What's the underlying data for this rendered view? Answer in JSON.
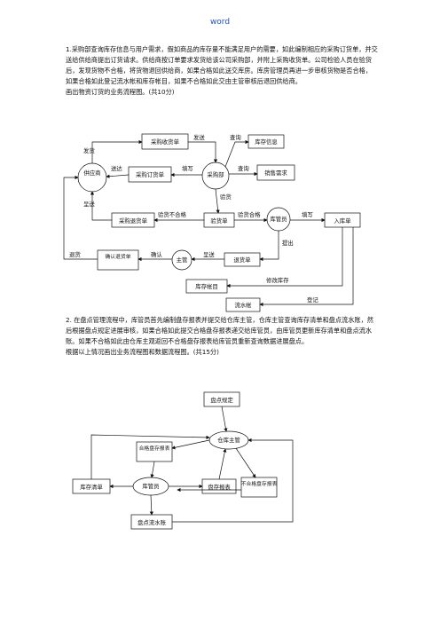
{
  "header": {
    "title": "word"
  },
  "question1": {
    "text": "1.采购部查询库存信息与用户需求，假如商品的库存量不能满足用户的需要，如此编制相应的采购订货单，并交送给供给商提出订货请求。供给商按订单要求发货给该公司采购部，并附上采购收货单。公司检验人员在验货后，发现货物不合格，将货物退回供给商，如果合格如此送交库房。库房管理员再进一步审核货物是否合格，如果合格如此登记流水帐和库存帐目，如果不合格如此交由主管审核后退回供给商。",
    "instruction": "画出物资订货的业务流程图。(共10分)"
  },
  "diagram1": {
    "nodes": {
      "supplier": "供应商",
      "purchase_dept": "采购部",
      "keeper": "库管员",
      "manager": "主管",
      "purchase_receipt": "采购收货单",
      "inventory_info": "库存信息",
      "purchase_order": "采购订货单",
      "sales_demand": "销售需求",
      "purchase_return": "采购退货单",
      "inspection": "验货单",
      "warehouse_in": "入库单",
      "return_confirm": "确认退货单",
      "return_note": "退货单",
      "inventory_account": "库存帐目",
      "journal": "流水帐"
    },
    "edges": {
      "ship": "发货",
      "send": "发送",
      "deliver": "送达",
      "fill": "填写",
      "query": "查询",
      "query2": "查询",
      "inspect": "验货",
      "present": "呈送",
      "unqualified": "验货不合格",
      "qualified": "验货合格",
      "fill2": "填写",
      "submit": "提出",
      "return": "退货",
      "confirm": "确认",
      "deliver2": "呈送",
      "modify_inventory": "修改库存",
      "register": "登记"
    }
  },
  "question2": {
    "text": "2. 在盘点管理流程中，库管员首先编制盘存报表并提交给仓库主管，仓库主管查询库存清单和盘点流水账，然后根据盘点规定进展审核，如果合格如此提交合格盘存报表递交给库管员，由库管员更新库存清单和盘点流水账。如果不合格如此由仓库主观返回不合格盘存报表给库管员重新查询数据进展盘点。",
    "instruction": "根据以上情况画出业务流程图和数据流程图。(共15分)"
  },
  "diagram2": {
    "nodes": {
      "rules": "盘点规定",
      "wh_manager": "仓库主管",
      "qualified_report": "合格盘存报表",
      "inventory_list": "库存清单",
      "keeper": "库管员",
      "inv_report": "盘存报表",
      "unqualified_report": "不合格盘存报表",
      "stocktake_journal": "盘点流水账"
    }
  }
}
